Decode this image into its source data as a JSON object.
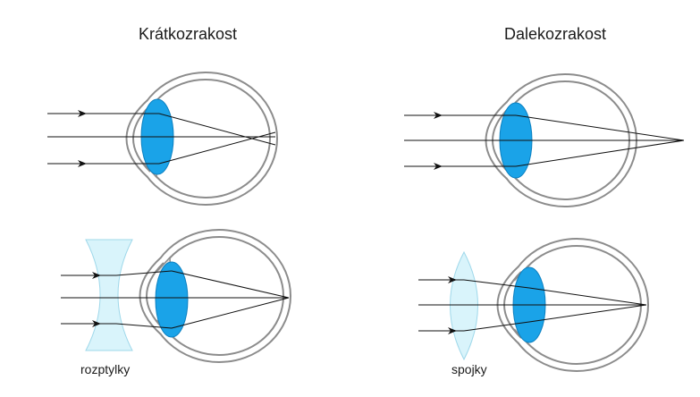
{
  "myopia": {
    "title": "Krátkozrakost",
    "lens_caption": "rozptylky"
  },
  "hyperopia": {
    "title": "Dalekozrakost",
    "lens_caption": "spojky"
  },
  "colors": {
    "eye_outline": "#8c8c8c",
    "eye_fill": "#ffffff",
    "crystalline_lens": "#1aa3e8",
    "lens_outline": "#0a7fc0",
    "corrective_lens": "#d9f4fb",
    "corrective_lens_outline": "#9fd8ea",
    "ray": "#111111"
  }
}
